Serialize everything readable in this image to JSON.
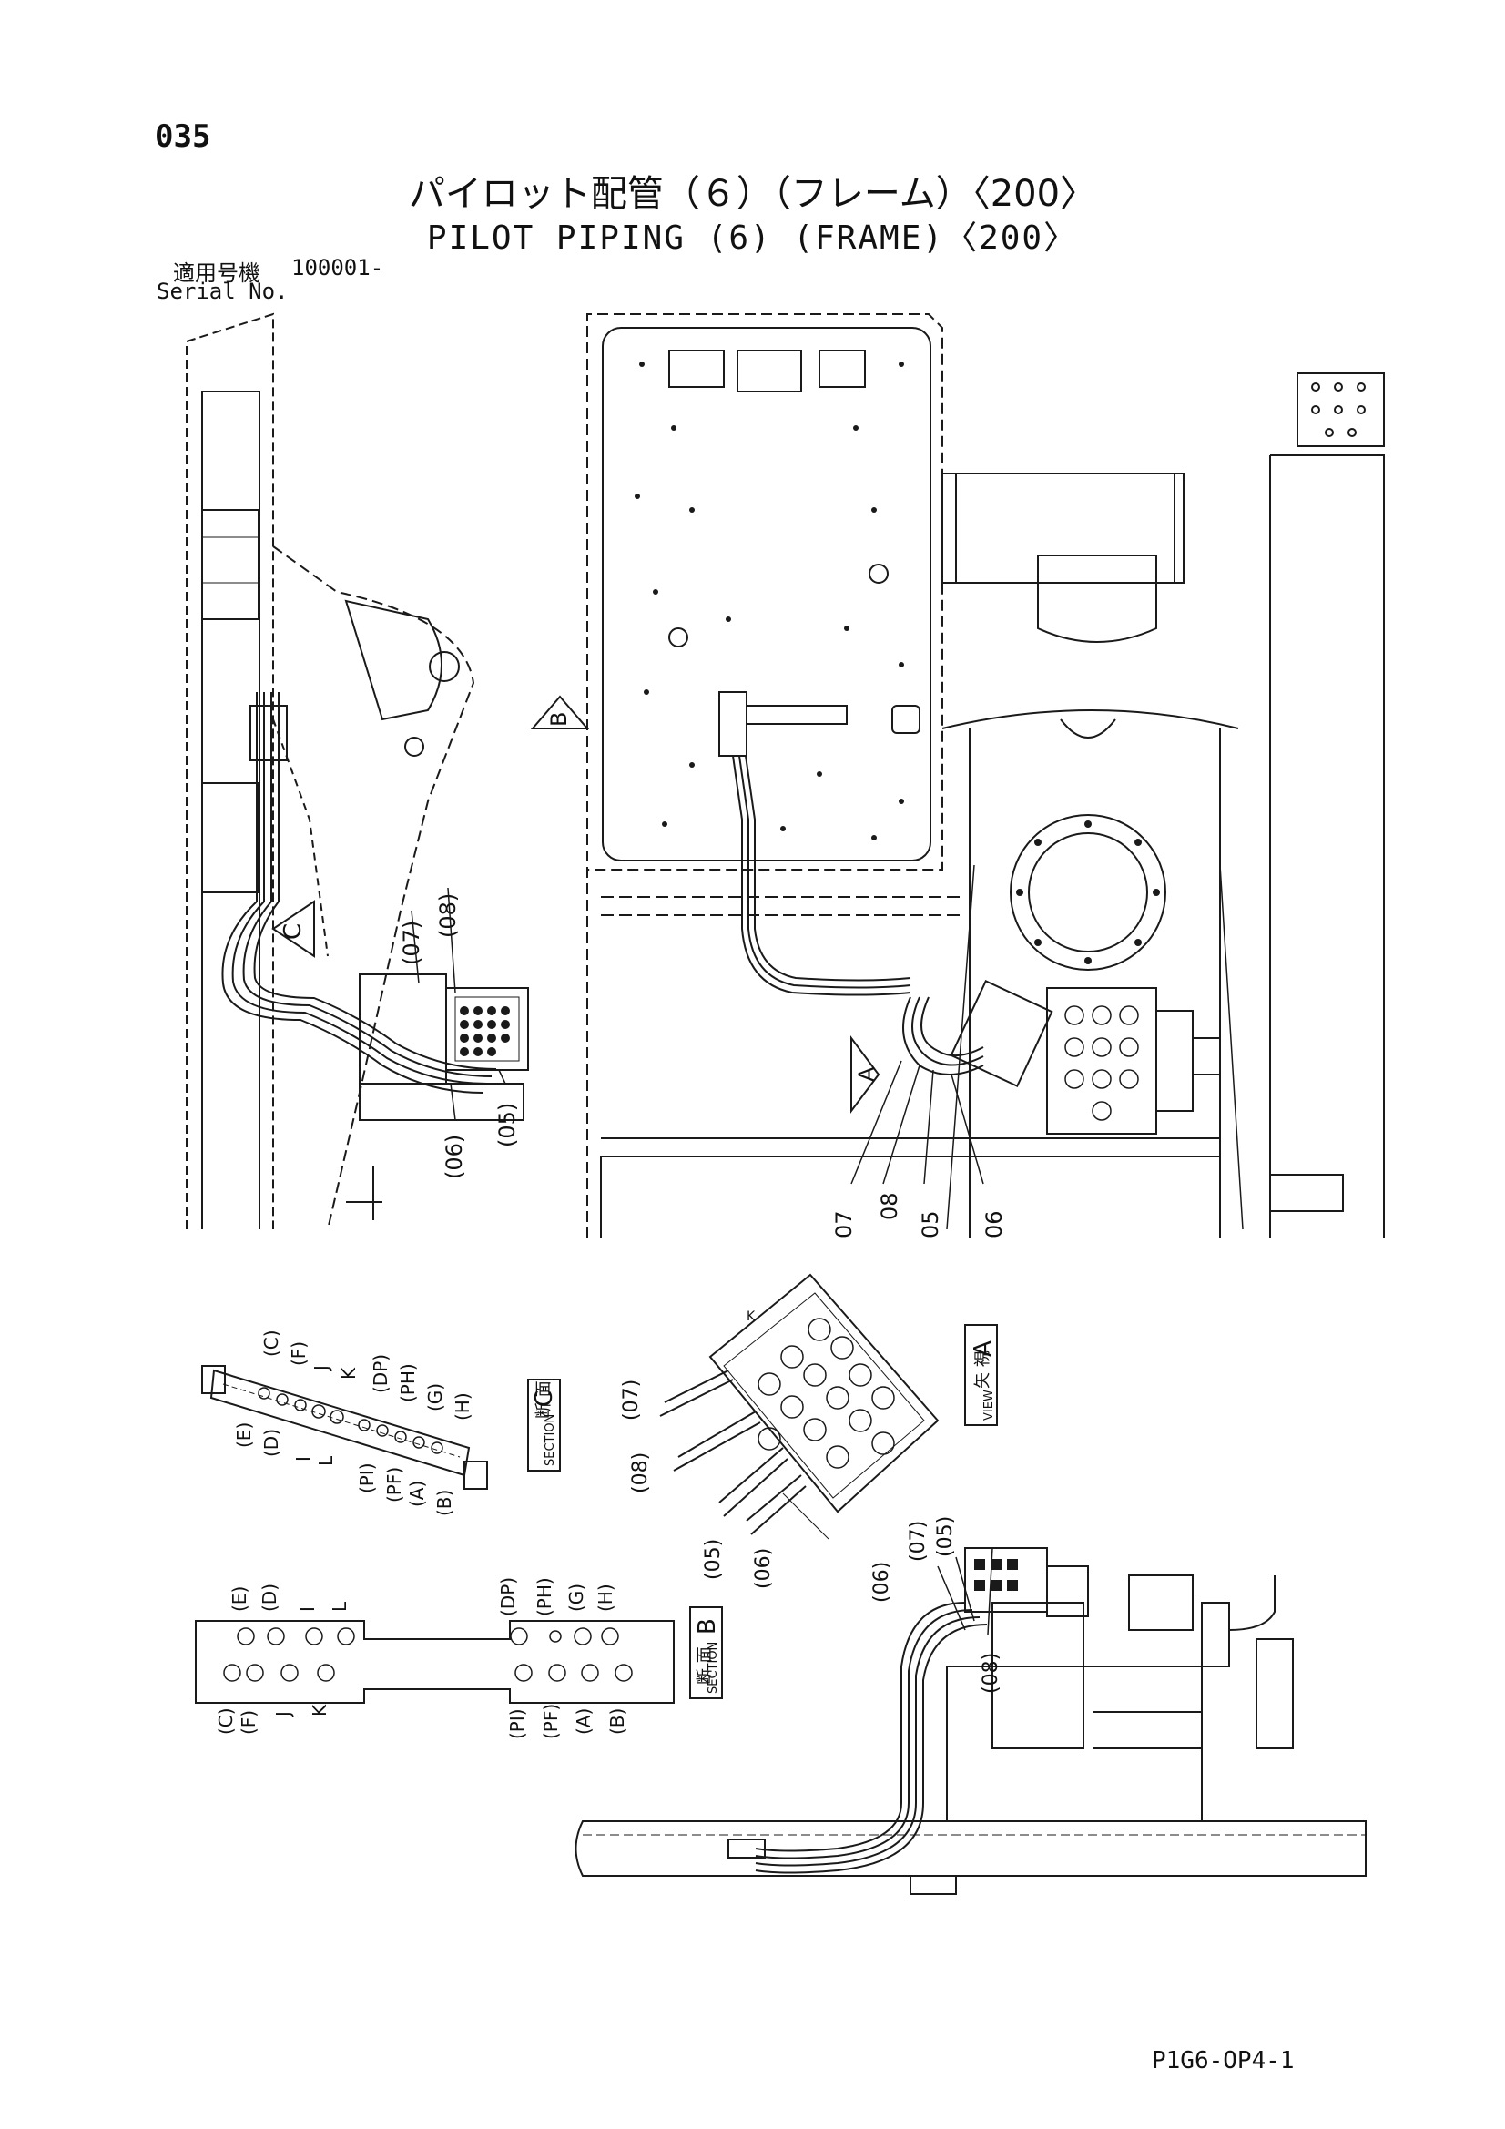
{
  "page_number": "035",
  "title_jp": "パイロット配管（６）（フレーム）〈200〉",
  "title_en": "PILOT PIPING (6) (FRAME)〈200〉",
  "serial_label_jp": "適用号機",
  "serial_value": "100001-",
  "serial_label_en": "Serial No.",
  "footer_code": "P1G6-OP4-1",
  "view_markers": {
    "a": "A",
    "b": "B",
    "c": "C"
  },
  "callouts": {
    "main_left": [
      "(07)",
      "(08)",
      "(05)",
      "(06)"
    ],
    "main_center": [
      "07",
      "08",
      "05",
      "06"
    ],
    "view_a": [
      "(07)",
      "(08)",
      "(05)",
      "(06)"
    ],
    "detail_right": [
      "(06)",
      "(07)",
      "(05)",
      "(08)"
    ]
  },
  "section_c": {
    "jp": "断 面",
    "en": "SECTION",
    "letter": "C",
    "top_ports": [
      "(C)",
      "(F)",
      "J",
      "K",
      "(DP)",
      "(PH)",
      "(G)",
      "(H)"
    ],
    "bottom_ports": [
      "(E)",
      "(D)",
      "I",
      "L",
      "(PI)",
      "(PF)",
      "(A)",
      "(B)"
    ]
  },
  "section_b": {
    "jp": "断 面",
    "en": "SECTION",
    "letter": "B",
    "top_left_ports": [
      "(E)",
      "(D)",
      "I",
      "L"
    ],
    "bottom_left_ports": [
      "(C)",
      "(F)",
      "J",
      "K"
    ],
    "top_right_ports": [
      "(DP)",
      "(PH)",
      "(G)",
      "(H)"
    ],
    "bottom_right_ports": [
      "(PI)",
      "(PF)",
      "(A)",
      "(B)"
    ]
  },
  "view_a_box": {
    "jp": "矢 視",
    "en": "VIEW",
    "letter": "A",
    "small_label": "K"
  }
}
